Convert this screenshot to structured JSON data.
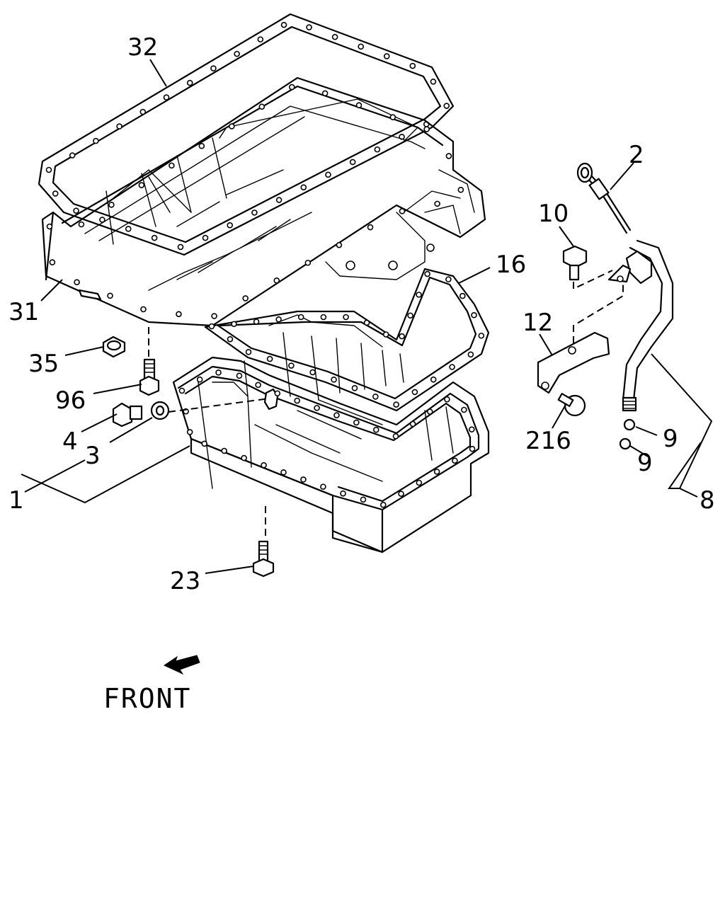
{
  "callouts": {
    "c32": "32",
    "c2": "2",
    "c10": "10",
    "c16": "16",
    "c31": "31",
    "c12": "12",
    "c35": "35",
    "c96": "96",
    "c216": "216",
    "c4": "4",
    "c3": "3",
    "c9a": "9",
    "c9b": "9",
    "c1": "1",
    "c8": "8",
    "c23": "23"
  },
  "front_label": "FRONT"
}
